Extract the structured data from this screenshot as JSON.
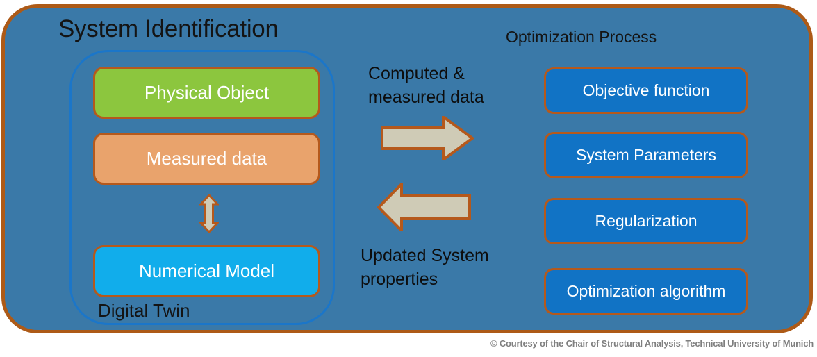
{
  "diagram": {
    "title": "System Identification",
    "digital_twin": {
      "label": "Digital Twin",
      "boxes": [
        {
          "label": "Physical Object",
          "fill": "#8CC63E"
        },
        {
          "label": "Measured data",
          "fill": "#E9A36C"
        },
        {
          "label": "Numerical Model",
          "fill": "#11ADEB"
        }
      ]
    },
    "flows": {
      "forward": {
        "line1": "Computed &",
        "line2": "measured data"
      },
      "backward": {
        "line1": "Updated System",
        "line2": "properties"
      }
    },
    "optimization": {
      "title": "Optimization Process",
      "boxes": [
        {
          "label": "Objective function"
        },
        {
          "label": "System Parameters"
        },
        {
          "label": "Regularization"
        },
        {
          "label": "Optimization algorithm"
        }
      ]
    },
    "footer": "© Courtesy of the Chair of Structural Analysis, Technical University of Munich",
    "colors": {
      "panel_fill": "#3A79A8",
      "panel_border": "#AD5A17",
      "inner_border": "#1B76C9",
      "box_border": "#B5591C",
      "green_box": "#8CC63E",
      "orange_box": "#E9A36C",
      "cyan_box": "#11ADEB",
      "dark_blue_box": "#1173C5",
      "arrow_fill": "#CFCBB6",
      "arrow_border": "#B5591C",
      "footer_text": "#7F7F7F"
    }
  }
}
